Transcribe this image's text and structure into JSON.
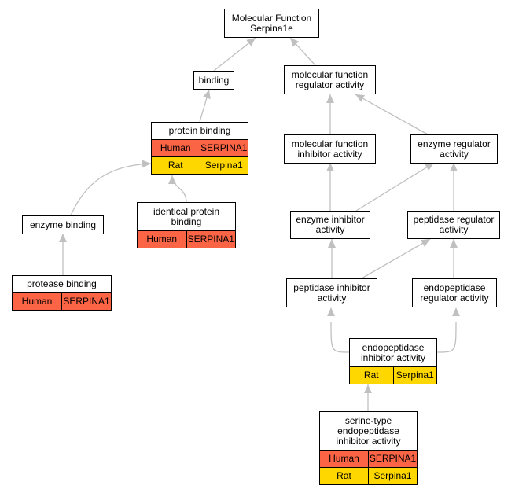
{
  "diagram": {
    "nodes": [
      {
        "id": "root",
        "name": "node-molecular-function-serpina1e",
        "label": "Molecular Function\nSerpina1e",
        "rows": []
      },
      {
        "id": "binding",
        "name": "node-binding",
        "label": "binding",
        "rows": []
      },
      {
        "id": "mfra",
        "name": "node-molecular-function-regulator-activity",
        "label": "molecular function\nregulator activity",
        "rows": []
      },
      {
        "id": "pb",
        "name": "node-protein-binding",
        "label": "protein binding",
        "rows": [
          [
            "Human",
            "SERPINA1"
          ],
          [
            "Rat",
            "Serpina1"
          ]
        ]
      },
      {
        "id": "mfia",
        "name": "node-molecular-function-inhibitor-activity",
        "label": "molecular function\ninhibitor activity",
        "rows": []
      },
      {
        "id": "era",
        "name": "node-enzyme-regulator-activity",
        "label": "enzyme regulator\nactivity",
        "rows": []
      },
      {
        "id": "ipb",
        "name": "node-identical-protein-binding",
        "label": "identical protein\nbinding",
        "rows": [
          [
            "Human",
            "SERPINA1"
          ]
        ]
      },
      {
        "id": "eb",
        "name": "node-enzyme-binding",
        "label": "enzyme binding",
        "rows": []
      },
      {
        "id": "eia",
        "name": "node-enzyme-inhibitor-activity",
        "label": "enzyme inhibitor\nactivity",
        "rows": []
      },
      {
        "id": "pra",
        "name": "node-peptidase-regulator-activity",
        "label": "peptidase regulator\nactivity",
        "rows": []
      },
      {
        "id": "protb",
        "name": "node-protease-binding",
        "label": "protease binding",
        "rows": [
          [
            "Human",
            "SERPINA1"
          ]
        ]
      },
      {
        "id": "pia",
        "name": "node-peptidase-inhibitor-activity",
        "label": "peptidase inhibitor\nactivity",
        "rows": []
      },
      {
        "id": "epra",
        "name": "node-endopeptidase-regulator-activity",
        "label": "endopeptidase\nregulator activity",
        "rows": []
      },
      {
        "id": "epia",
        "name": "node-endopeptidase-inhibitor-activity",
        "label": "endopeptidase\ninhibitor activity",
        "rows": [
          [
            "Rat",
            "Serpina1"
          ]
        ]
      },
      {
        "id": "steia",
        "name": "node-serine-type-endopeptidase-inhibitor-activity",
        "label": "serine-type\nendopeptidase\ninhibitor activity",
        "rows": [
          [
            "Human",
            "SERPINA1"
          ],
          [
            "Rat",
            "Serpina1"
          ]
        ]
      }
    ],
    "edges": [
      [
        "binding",
        "root"
      ],
      [
        "mfra",
        "root"
      ],
      [
        "pb",
        "binding"
      ],
      [
        "mfia",
        "mfra"
      ],
      [
        "era",
        "mfra"
      ],
      [
        "ipb",
        "pb"
      ],
      [
        "eb",
        "pb"
      ],
      [
        "eia",
        "mfia"
      ],
      [
        "eia",
        "era"
      ],
      [
        "pra",
        "era"
      ],
      [
        "protb",
        "eb"
      ],
      [
        "pia",
        "eia"
      ],
      [
        "pia",
        "pra"
      ],
      [
        "epra",
        "pra"
      ],
      [
        "epia",
        "pia"
      ],
      [
        "epia",
        "epra"
      ],
      [
        "steia",
        "epia"
      ]
    ],
    "colors": {
      "human": "#fb6445",
      "rat": "#ffd700",
      "edge": "#c0c0c0",
      "border": "#000000"
    }
  }
}
